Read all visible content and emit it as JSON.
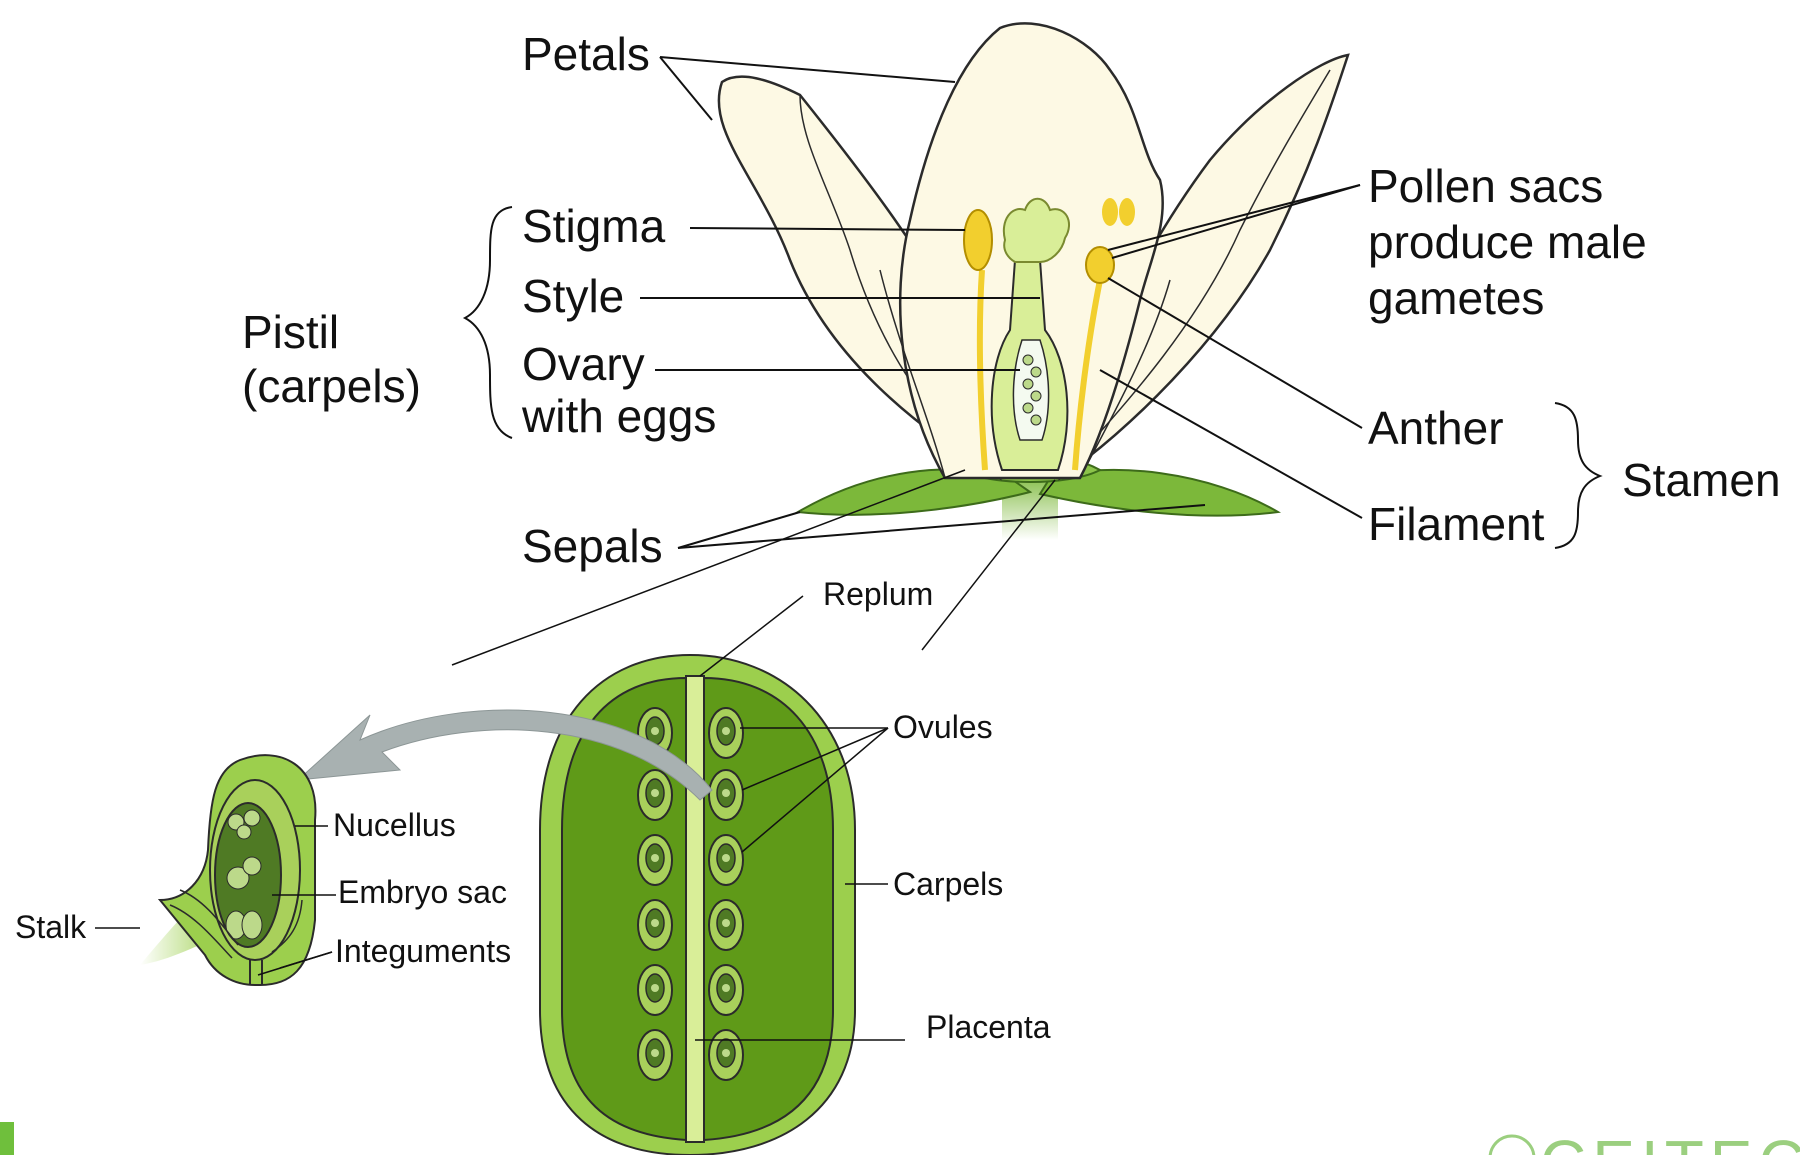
{
  "flower_labels": {
    "petals": "Petals",
    "stigma": "Stigma",
    "style": "Style",
    "ovary_line1": "Ovary",
    "ovary_line2": "with eggs",
    "pistil_line1": "Pistil",
    "pistil_line2": "(carpels)",
    "sepals": "Sepals",
    "pollen_line1": "Pollen sacs",
    "pollen_line2": "produce male",
    "pollen_line3": "gametes",
    "anther": "Anther",
    "filament": "Filament",
    "stamen": "Stamen"
  },
  "ovary_labels": {
    "replum": "Replum",
    "ovules": "Ovules",
    "carpels": "Carpels",
    "placenta": "Placenta"
  },
  "ovule_labels": {
    "nucellus": "Nucellus",
    "embryo_sac": "Embryo sac",
    "stalk": "Stalk",
    "integuments": "Integuments"
  },
  "logo": {
    "text": "CEITEC"
  },
  "colors": {
    "petal": "#fdf9e4",
    "petal_stroke": "#2b2b2b",
    "sepal": "#7cb83a",
    "pistil": "#d9ee98",
    "stamen": "#f2cf2e",
    "ovary_dark": "#5f9a18",
    "ovary_outer": "#9ccf4d",
    "ovule": "#a9d05b",
    "embryo_sac": "#4f7a24",
    "arrow": "#a8b1b1",
    "corner_accent": "#6fbf3c",
    "logo": "#9bcf7f"
  }
}
